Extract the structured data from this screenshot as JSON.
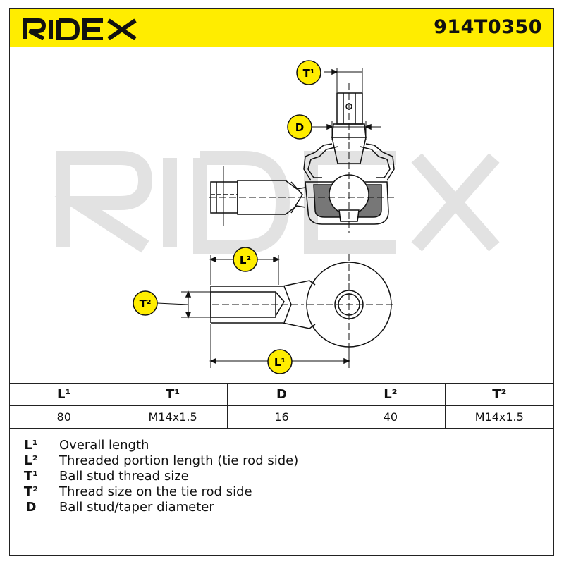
{
  "header": {
    "brand": "RIDEX",
    "part_number": "914T0350",
    "color": "#ffed00"
  },
  "drawing": {
    "watermark": "RIDEX",
    "callouts": {
      "t1": "T¹",
      "d": "D",
      "l2": "L²",
      "t2": "T²",
      "l1": "L¹"
    }
  },
  "spec_table": {
    "headers": [
      "L¹",
      "T¹",
      "D",
      "L²",
      "T²"
    ],
    "values": [
      "80",
      "M14x1.5",
      "16",
      "40",
      "M14x1.5"
    ]
  },
  "legend": [
    {
      "code": "L¹",
      "description": "Overall length"
    },
    {
      "code": "L²",
      "description": "Threaded portion length (tie rod side)"
    },
    {
      "code": "T¹",
      "description": "Ball stud thread size"
    },
    {
      "code": "T²",
      "description": "Thread size on the tie rod side"
    },
    {
      "code": "D",
      "description": "Ball stud/taper diameter"
    }
  ]
}
